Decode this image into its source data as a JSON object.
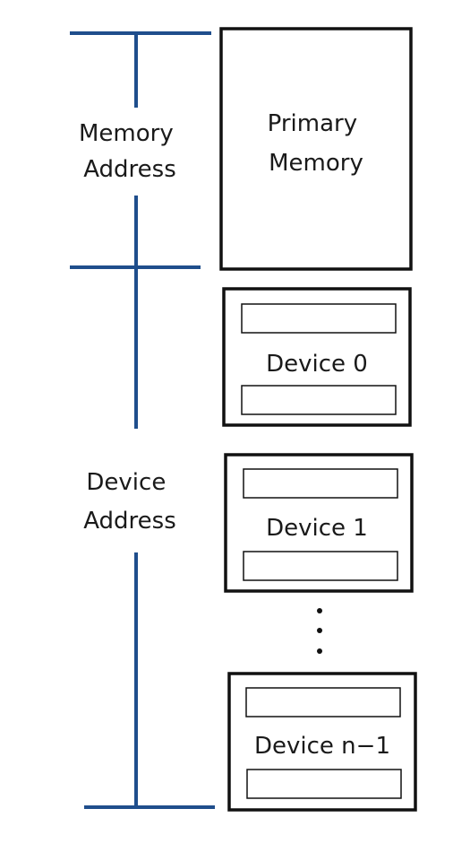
{
  "diagram": {
    "ranges": {
      "memory": [
        "Memory",
        "Address"
      ],
      "device": [
        "Device",
        "Address"
      ]
    },
    "primary_memory": [
      "Primary",
      "Memory"
    ],
    "devices": [
      {
        "label": "Device 0"
      },
      {
        "label": "Device 1"
      },
      {
        "label": "Device n−1"
      }
    ],
    "ellipsis": "⋮",
    "colors": {
      "axis": "#1f4e8c",
      "box_stroke": "#111111"
    }
  }
}
